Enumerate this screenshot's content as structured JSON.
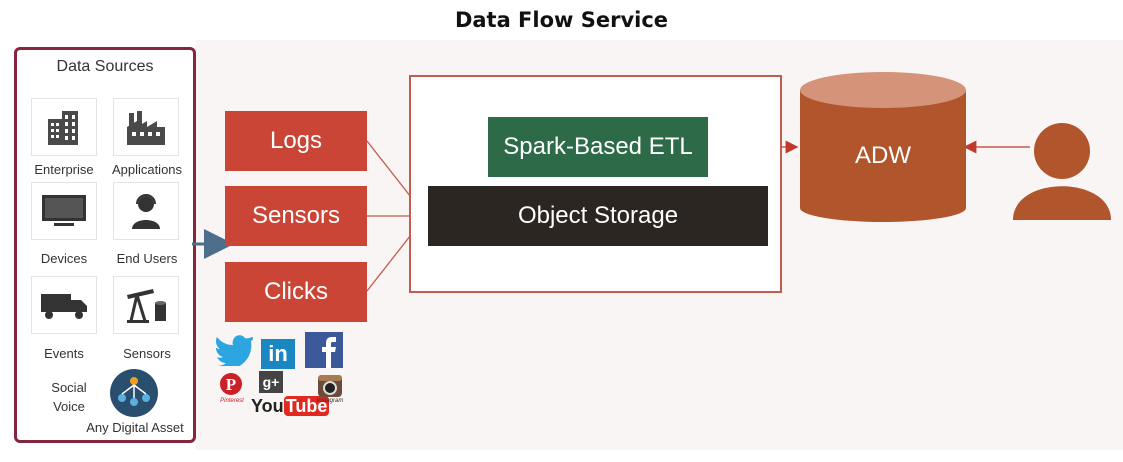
{
  "title": "Data Flow Service",
  "data_sources": {
    "title": "Data Sources",
    "items": [
      {
        "label": "Enterprise",
        "icon": "building-icon"
      },
      {
        "label": "Applications",
        "icon": "factory-icon"
      },
      {
        "label": "Devices",
        "icon": "monitor-icon"
      },
      {
        "label": "End Users",
        "icon": "headset-user-icon"
      },
      {
        "label": "Events",
        "icon": "truck-icon"
      },
      {
        "label": "Sensors",
        "icon": "oil-pump-icon"
      }
    ],
    "social_voice": "Social\nVoice",
    "digital_asset": "Any Digital Asset"
  },
  "inputs": [
    "Logs",
    "Sensors",
    "Clicks"
  ],
  "etl": "Spark-Based ETL",
  "storage": "Object Storage",
  "adw": "ADW",
  "social_logos": {
    "linkedin": "in",
    "googleplus": "g+",
    "youtube_you": "You",
    "youtube_tube": "Tube",
    "pinterest": "Pinterest",
    "instagram": "Instagram"
  },
  "colors": {
    "source_border": "#86253e",
    "input_box": "#ca4536",
    "etl_box": "#2d6a47",
    "storage_box": "#2b2622",
    "adw": "#b0552c",
    "user": "#b0552c"
  }
}
